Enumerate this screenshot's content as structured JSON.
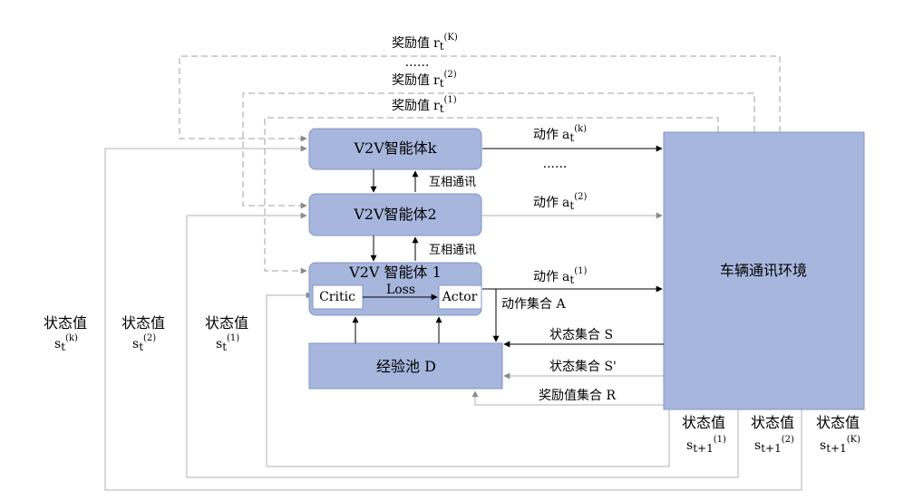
{
  "colors": {
    "box_fill": "#a7b6dc",
    "box_stroke": "#8294c6",
    "inner_fill": "#ffffff",
    "feedback_line": "#b0b0b0",
    "dash_line": "#a0a0a0",
    "arrow": "#000000"
  },
  "boxes": {
    "agent_k": "V2V智能体k",
    "agent_2": "V2V智能体2",
    "agent_1": "V2V 智能体 1",
    "critic": "Critic",
    "actor": "Actor",
    "loss": "Loss",
    "pool": "经验池 D",
    "env": "车辆通讯环境"
  },
  "labels": {
    "comm_1": "互相通讯",
    "comm_2": "互相通讯",
    "ellipsis_top": "......",
    "ellipsis_mid": "......",
    "action_set": "动作集合 A",
    "state_set": "状态集合 S",
    "state_set_next": "状态集合 S'",
    "reward_set": "奖励值集合 R"
  },
  "reward_labels": [
    {
      "text": "奖励值",
      "var": "r",
      "sub": "t",
      "sup": "(K)"
    },
    {
      "text": "奖励值",
      "var": "r",
      "sub": "t",
      "sup": "(2)"
    },
    {
      "text": "奖励值",
      "var": "r",
      "sub": "t",
      "sup": "(1)"
    }
  ],
  "action_labels": [
    {
      "text": "动作",
      "var": "a",
      "sub": "t",
      "sup": "(k)"
    },
    {
      "text": "动作",
      "var": "a",
      "sub": "t",
      "sup": "(2)"
    },
    {
      "text": "动作",
      "var": "a",
      "sub": "t",
      "sup": "(1)"
    }
  ],
  "state_labels_left": [
    {
      "text": "状态值",
      "var": "s",
      "sub": "t",
      "sup": "(k)"
    },
    {
      "text": "状态值",
      "var": "s",
      "sub": "t",
      "sup": "(2)"
    },
    {
      "text": "状态值",
      "var": "s",
      "sub": "t",
      "sup": "(1)"
    }
  ],
  "state_labels_bottom": [
    {
      "text": "状态值",
      "var": "s",
      "sub": "t+1",
      "sup": "(1)"
    },
    {
      "text": "状态值",
      "var": "s",
      "sub": "t+1",
      "sup": "(2)"
    },
    {
      "text": "状态值",
      "var": "s",
      "sub": "t+1",
      "sup": "(K)"
    }
  ]
}
